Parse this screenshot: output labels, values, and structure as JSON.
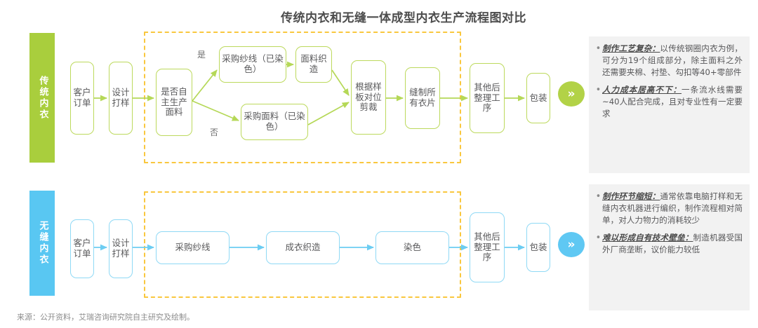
{
  "header": {
    "cut_text": "",
    "title": "传统内衣和无缝一体成型内衣生产流程图对比"
  },
  "rows": [
    {
      "sidebar_label": "传统内衣",
      "accent": "#a9ce3d",
      "badge": "»"
    },
    {
      "sidebar_label": "无缝内衣",
      "accent": "#59c7f2",
      "badge": "»"
    }
  ],
  "flow_traditional": {
    "nodes": {
      "order": "客户订单",
      "design": "设计打样",
      "decision": "是否自主生产面料",
      "yarn": "采购纱线（已染色）",
      "weave": "面料织造",
      "fabric": "采购面料（已染色）",
      "cut": "根据样板对位剪裁",
      "sew": "缝制所有衣片",
      "finish": "其他后整理工序",
      "pack": "包装"
    },
    "branch_yes": "是",
    "branch_no": "否"
  },
  "flow_seamless": {
    "nodes": {
      "order": "客户订单",
      "design": "设计打样",
      "yarn": "采购纱线",
      "knit": "成衣织造",
      "dye": "染色",
      "finish": "其他后整理工序",
      "pack": "包装"
    }
  },
  "panel_traditional": {
    "bullets": [
      {
        "lead": "制作工艺复杂：",
        "body": "以传统钢圈内衣为例，可分为19个组成部分，除主面料之外还需要夹棉、衬垫、勾扣等40+零部件"
      },
      {
        "lead": "人力成本居高不下：",
        "body": "一条流水线需要~40人配合完成，且对专业性有一定要求"
      }
    ]
  },
  "panel_seamless": {
    "bullets": [
      {
        "lead": "制作环节缩短：",
        "body": "通常依靠电脑打样和无缝内衣机器进行编织，制作流程相对简单，对人力物力的消耗较少"
      },
      {
        "lead": "难以形成自有技术壁垒：",
        "body": "制造机器受国外厂商垄断，议价能力较低"
      }
    ]
  },
  "footer": {
    "source": "来源：公开资料，艾瑞咨询研究院自主研究及绘制。"
  },
  "colors": {
    "green": "#a9ce3d",
    "green_border": "#bcd95c",
    "blue": "#59c7f2",
    "blue_border": "#8fd9f5",
    "dash": "#f9c73e",
    "panel_bg": "#f2f2f2"
  }
}
